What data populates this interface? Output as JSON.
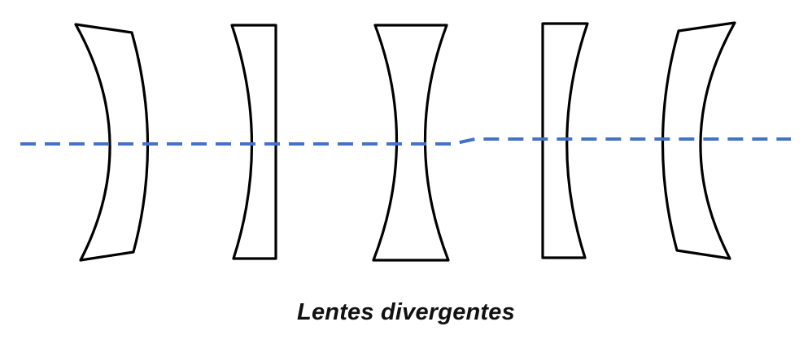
{
  "figure": {
    "title": "Lentes divergentes",
    "description": "Cross-sections of five types of diverging lenses crossed by a horizontal dashed optical axis",
    "axis": {
      "name": "optical-axis",
      "style": "dashed",
      "color": "#4472C4"
    },
    "lens_outline_color": "#000000",
    "lens_fill_color": "#ffffff",
    "lenses": [
      {
        "type": "divergent meniscus (concave left, convex right)"
      },
      {
        "type": "plano-concave (concave left, flat right)"
      },
      {
        "type": "biconcave"
      },
      {
        "type": "plano-concave (flat left, concave right)"
      },
      {
        "type": "divergent meniscus (convex left, concave right)"
      }
    ]
  },
  "caption": {
    "text": "Lentes divergentes"
  }
}
